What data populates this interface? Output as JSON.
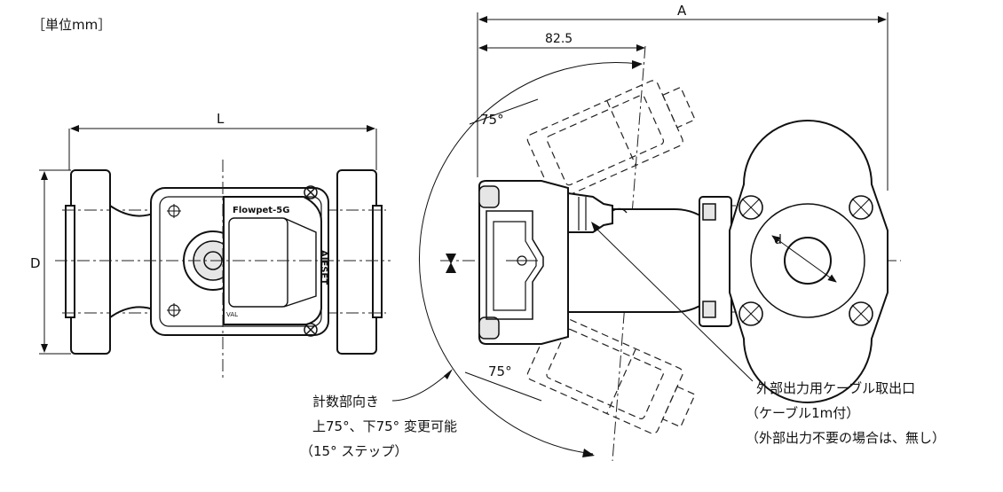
{
  "unit_label": "［単位mm］",
  "dimensions": {
    "A": "A",
    "d825": "82.5",
    "L": "L",
    "D": "D",
    "d": "d",
    "angle_upper": "75°",
    "angle_lower": "75°"
  },
  "product": {
    "brand": "Flowpet-5G",
    "maker": "AIESET",
    "valve_mark": "VAL"
  },
  "callouts": {
    "meter_line1": "計数部向き",
    "meter_line2": "上75°、下75° 変更可能",
    "meter_line3": "（15° ステップ）",
    "cable_line1": "外部出力用ケーブル取出口",
    "cable_line2": "（ケーブル1m付）",
    "cable_line3": "（外部出力不要の場合は、無し）"
  }
}
